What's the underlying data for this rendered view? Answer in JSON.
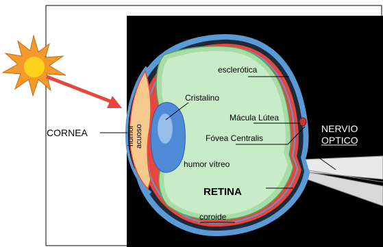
{
  "labels": {
    "cornea": "CORNEA",
    "humor_acuoso_line1": "humor",
    "humor_acuoso_line2": "acuoso",
    "cristalino": "Cristalino",
    "esclerotica": "esclerótica",
    "macula_lutea": "Mácula Lútea",
    "fovea_centralis": "Fóvea Centralis",
    "humor_vitreo": "humor vítreo",
    "retina": "RETINA",
    "coroide": "coroide",
    "nervio_line1": "NERVIO",
    "nervio_line2": "OPTICO"
  },
  "colors": {
    "background_panel": "#000000",
    "page": "#ffffff",
    "sclera": "#5b9bd5",
    "choroid": "#e8453c",
    "retina": "#9fd79f",
    "vitreous": "#c8ecc8",
    "lens": "#4f8ad6",
    "aqueous": "#f7c98d",
    "sun_outer": "#f39a2b",
    "sun_core": "#ffd21a",
    "light_ray": "#e8453c",
    "optic_nerve": "#e6e6e6"
  },
  "icons": {
    "light_source": "sun-icon"
  }
}
